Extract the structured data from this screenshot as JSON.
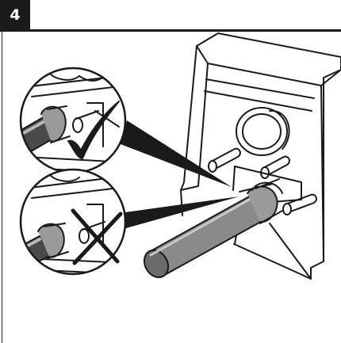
{
  "step": {
    "number": "4"
  },
  "illustration": {
    "subject": "hose-connection-on-device",
    "insets": [
      {
        "state": "correct",
        "icon": "checkmark-icon"
      },
      {
        "state": "incorrect",
        "icon": "cross-icon"
      }
    ],
    "colors": {
      "line": "#1a1a1a",
      "hose_fill": "#8a8a8a",
      "hose_dark": "#4a4a4a",
      "hose_light": "#b8b8b8"
    }
  }
}
